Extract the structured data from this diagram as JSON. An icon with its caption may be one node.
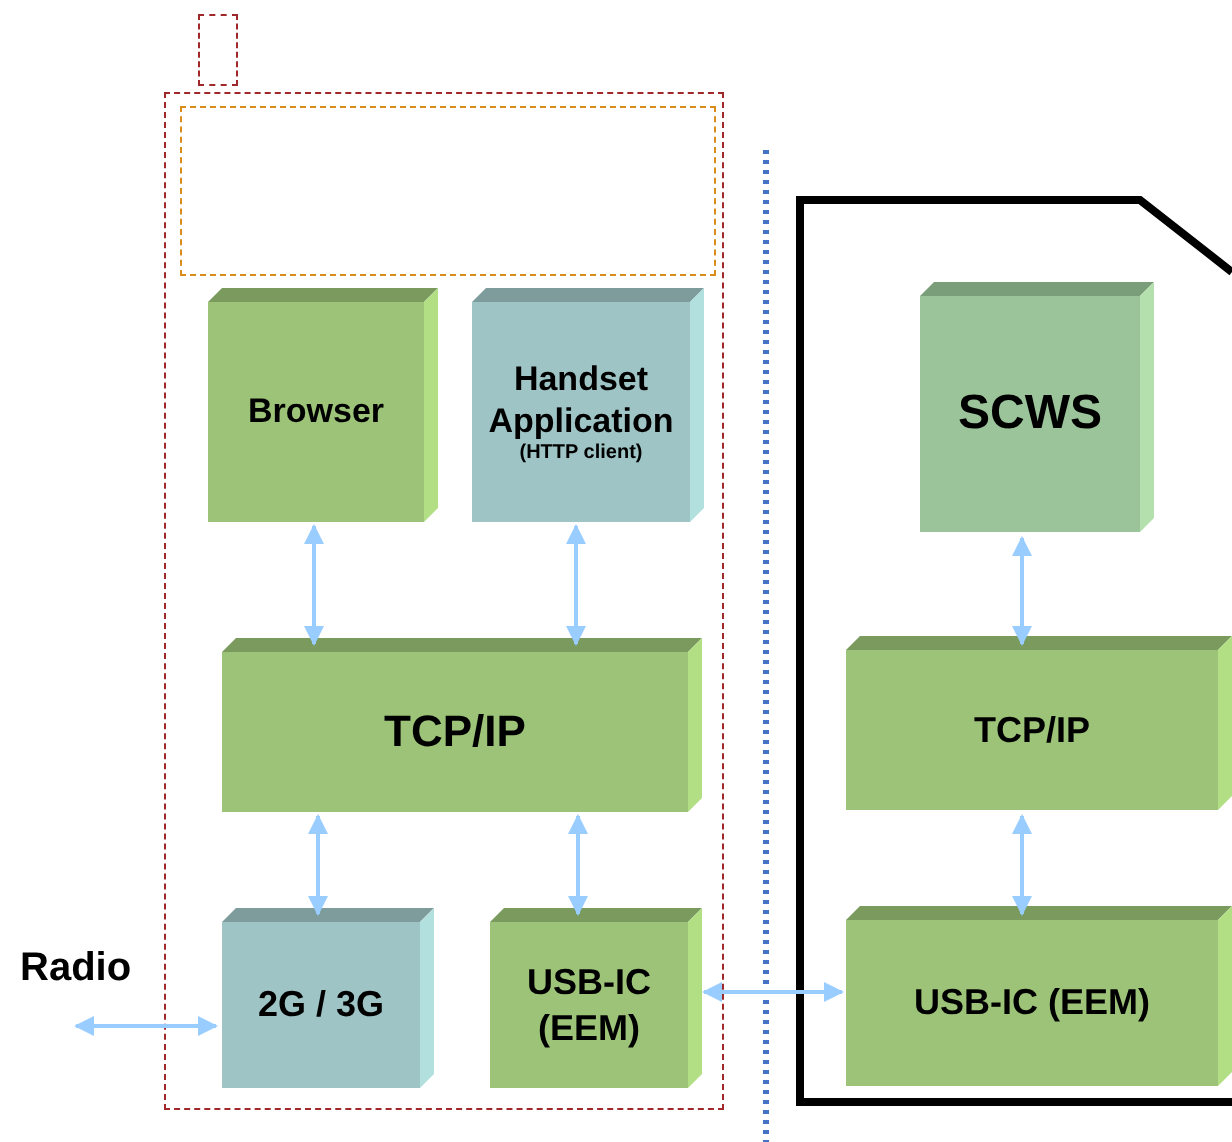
{
  "diagram": {
    "nodes": [
      {
        "text": [],
        "shape": "box"
      },
      {
        "text": [],
        "shape": "box"
      },
      {
        "text": [],
        "shape": "box",
        "in": 1
      },
      {
        "text": [
          "Browser"
        ],
        "in": 1
      },
      {
        "text": [
          "Handset Application",
          "(HTTP client)"
        ],
        "in": 1
      },
      {
        "text": [
          "TCP/IP"
        ],
        "in": 1
      },
      {
        "text": [
          "2G / 3G"
        ],
        "in": 1
      },
      {
        "text": [
          "USB-IC (EEM)"
        ],
        "in": 1
      },
      {
        "text": [],
        "shape": "box"
      },
      {
        "text": [
          "SCWS"
        ],
        "in": 8
      },
      {
        "text": [
          "TCP/IP"
        ],
        "in": 8
      },
      {
        "text": [
          "USB-IC (EEM)"
        ],
        "in": 8
      },
      {
        "text": [
          "Radio"
        ]
      }
    ],
    "edges": [
      {
        "from": 3,
        "to": 5,
        "arrow": "both"
      },
      {
        "from": 4,
        "to": 5,
        "arrow": "both"
      },
      {
        "from": 5,
        "to": 6,
        "arrow": "both"
      },
      {
        "from": 5,
        "to": 7,
        "arrow": "both"
      },
      {
        "from": 9,
        "to": 10,
        "arrow": "both"
      },
      {
        "from": 10,
        "to": 11,
        "arrow": "both"
      },
      {
        "from": 7,
        "to": 11,
        "arrow": "both"
      },
      {
        "from": 12,
        "to": 6,
        "arrow": "both"
      }
    ]
  }
}
